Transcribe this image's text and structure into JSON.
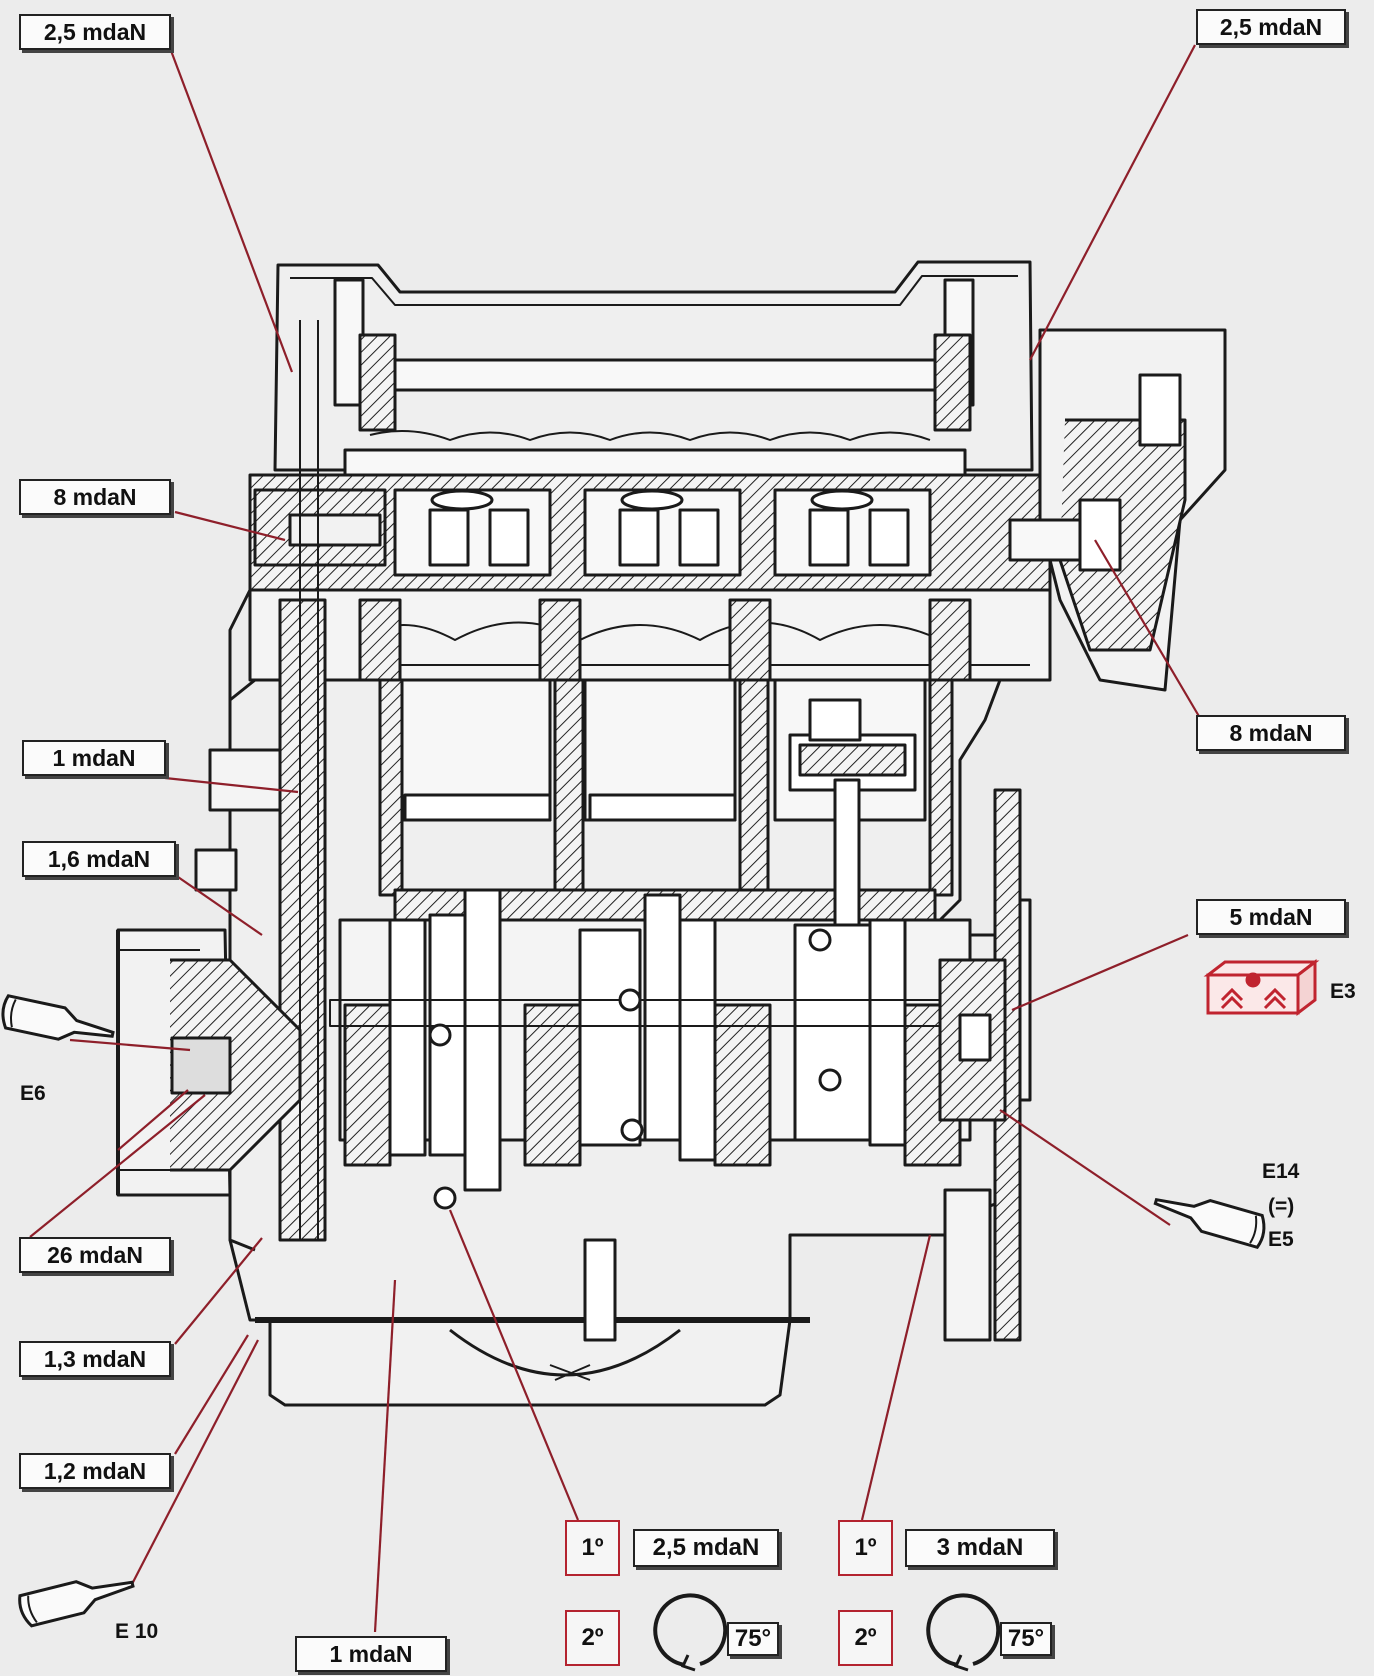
{
  "torque_labels": {
    "top_left": "2,5 mdaN",
    "top_right": "2,5 mdaN",
    "left_8": "8 mdaN",
    "right_8": "8 mdaN",
    "left_1": "1 mdaN",
    "left_1_6": "1,6 mdaN",
    "right_5": "5 mdaN",
    "left_26": "26 mdaN",
    "left_1_3": "1,3 mdaN",
    "left_1_2": "1,2 mdaN",
    "bottom_1": "1 mdaN"
  },
  "products": {
    "e6": "E6",
    "e10": "E 10",
    "e3": "E3",
    "e14_line1": "E14",
    "e14_line2": "(=)",
    "e14_line3": "E5"
  },
  "sequences": {
    "conrod": {
      "step1": "1º",
      "step1_value": "2,5 mdaN",
      "step2": "2º",
      "step2_angle": "75°"
    },
    "main_bearing": {
      "step1": "1º",
      "step1_value": "3 mdaN",
      "step2": "2º",
      "step2_angle": "75°"
    }
  },
  "colors": {
    "leader": "#8e1f2a",
    "accent_red": "#c0242f",
    "line": "#1a1a1a",
    "paper": "#ececec"
  },
  "icons": [
    "tube-icon",
    "lock-seal-icon",
    "rotation-arrow-icon"
  ]
}
